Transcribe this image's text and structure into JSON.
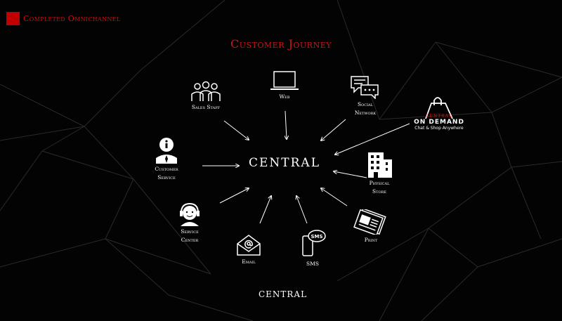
{
  "header": {
    "label": "Completed Omnichannel",
    "accent": "#c00000"
  },
  "title": "Customer Journey",
  "center": "CENTRAL",
  "footer": "CENTRAL",
  "nodes": {
    "sales_staff": "Sales Staff",
    "web": "Web",
    "social_1": "Social",
    "social_2": "Network",
    "on_demand": {
      "brand": "CENTRAL",
      "name": "ON DEMAND",
      "tagline": "Chat & Shop Anywhere"
    },
    "customer_service_1": "Customer",
    "customer_service_2": "Service",
    "physical_store_1": "Physical",
    "physical_store_2": "Store",
    "service_center_1": "Service",
    "service_center_2": "Center",
    "print": "Print",
    "email": "Email",
    "sms": "SMS",
    "sms_bubble": "SMS"
  }
}
